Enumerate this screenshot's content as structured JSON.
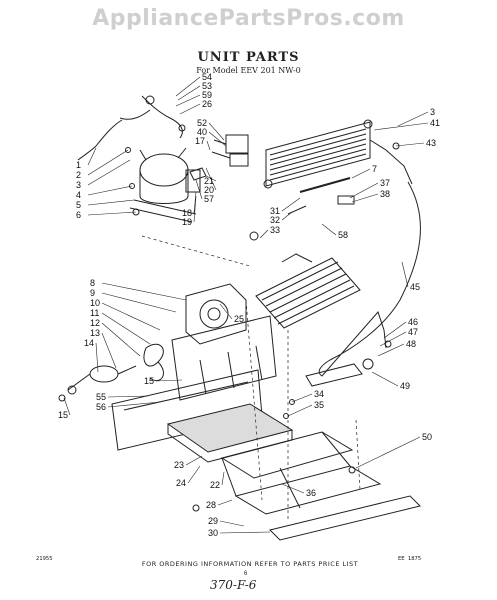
{
  "watermark": "AppliancePartsPros.com",
  "title": "UNIT PARTS",
  "subtitle": "For Model EEV 201 NW-0",
  "footnote": "FOR ORDERING INFORMATION REFER TO PARTS PRICE LIST",
  "corner_left": "21955",
  "corner_right": "EE 1875",
  "page_number": "6",
  "handwritten": "370-F-6",
  "callouts": [
    "54",
    "53",
    "59",
    "26",
    "52",
    "40",
    "17",
    "21",
    "20",
    "57",
    "18",
    "19",
    "1",
    "2",
    "3",
    "4",
    "5",
    "6",
    "3",
    "41",
    "43",
    "7",
    "37",
    "38",
    "31",
    "32",
    "33",
    "58",
    "45",
    "8",
    "9",
    "10",
    "11",
    "12",
    "13",
    "14",
    "25",
    "15",
    "15",
    "46",
    "47",
    "48",
    "49",
    "55",
    "56",
    "34",
    "35",
    "23",
    "24",
    "22",
    "36",
    "50",
    "28",
    "29",
    "30"
  ]
}
